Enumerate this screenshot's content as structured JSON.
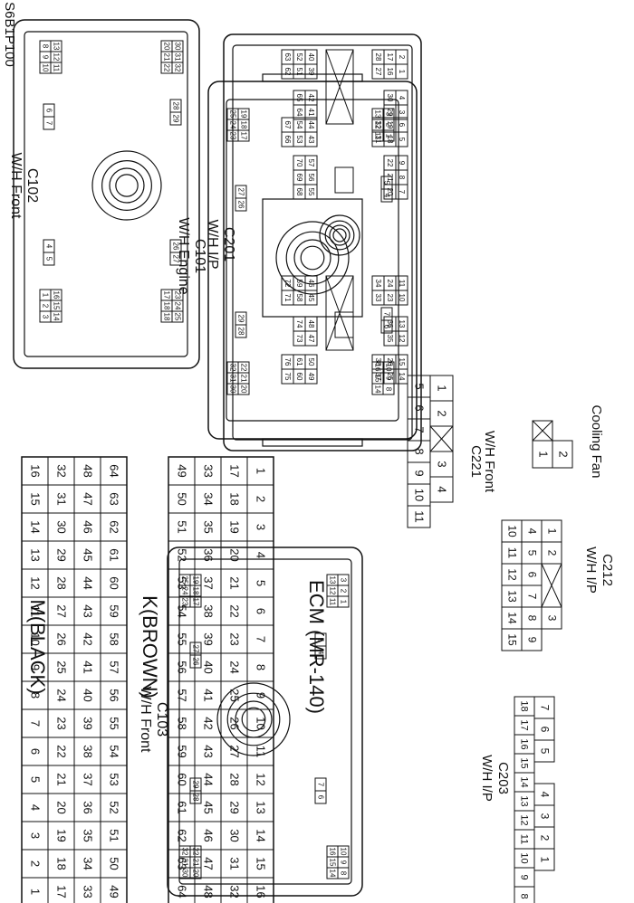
{
  "figure_id": "S6B1P100",
  "tables": {
    "m_black": {
      "title": "M(BLACK)",
      "rows": [
        [
          "64",
          "63",
          "62",
          "61",
          "60",
          "59",
          "58",
          "57",
          "56",
          "55",
          "54",
          "53",
          "52",
          "51",
          "50",
          "49"
        ],
        [
          "48",
          "47",
          "46",
          "45",
          "44",
          "43",
          "42",
          "41",
          "40",
          "39",
          "38",
          "37",
          "36",
          "35",
          "34",
          "33"
        ],
        [
          "32",
          "31",
          "30",
          "29",
          "28",
          "27",
          "26",
          "25",
          "24",
          "23",
          "22",
          "21",
          "20",
          "19",
          "18",
          "17"
        ],
        [
          "16",
          "15",
          "14",
          "13",
          "12",
          "11",
          "10",
          "9",
          "8",
          "7",
          "6",
          "5",
          "4",
          "3",
          "2",
          "1"
        ]
      ]
    },
    "k_brown": {
      "title": "K(BROWN)",
      "rows": [
        [
          "1",
          "2",
          "3",
          "4",
          "5",
          "6",
          "7",
          "8",
          "9",
          "10",
          "11",
          "12",
          "13",
          "14",
          "15",
          "16"
        ],
        [
          "17",
          "18",
          "19",
          "20",
          "21",
          "22",
          "23",
          "24",
          "25",
          "26",
          "27",
          "28",
          "29",
          "30",
          "31",
          "32"
        ],
        [
          "33",
          "34",
          "35",
          "36",
          "37",
          "38",
          "39",
          "40",
          "41",
          "42",
          "43",
          "44",
          "45",
          "46",
          "47",
          "48"
        ],
        [
          "49",
          "50",
          "51",
          "52",
          "53",
          "54",
          "55",
          "56",
          "57",
          "58",
          "59",
          "60",
          "61",
          "62",
          "63",
          "64"
        ]
      ]
    }
  },
  "connectors": {
    "c101": {
      "name": "C101",
      "desc": "W/H Engine"
    },
    "c201": {
      "name": "C201",
      "desc": "W/H I/P"
    },
    "c102": {
      "name": "C102",
      "desc": "W/H Front"
    },
    "c103": {
      "name": "C103",
      "desc": "W/H Front"
    },
    "c221": {
      "name": "C221",
      "desc": "W/H Front"
    },
    "c212": {
      "name": "C212",
      "desc": "W/H I/P"
    },
    "c203": {
      "name": "C203",
      "desc": "W/H I/P"
    },
    "cooling_fan": {
      "name": "Cooling Fan",
      "pins": [
        "1",
        "2"
      ]
    }
  },
  "ecm_label": "ECM (MR-140)",
  "ecm_pins": {
    "top_right": [
      [
        "3",
        "2",
        "1"
      ],
      [
        "13",
        "12",
        "11"
      ]
    ],
    "right_big": [
      [
        "19",
        "18",
        "17"
      ],
      [
        "25",
        "24",
        "23"
      ]
    ],
    "top_left": [
      [
        "10",
        "9",
        "8"
      ],
      [
        "16",
        "15",
        "14"
      ]
    ],
    "left_big": [
      [
        "22",
        "21",
        "20"
      ],
      [
        "32",
        "31",
        "30"
      ]
    ],
    "mid_right": [
      "5",
      "4"
    ],
    "mid_right2": [
      "27",
      "26"
    ],
    "mid_left": [
      "7",
      "6"
    ],
    "mid_left2": [
      "29",
      "28"
    ]
  },
  "c201_pins": {
    "col1": [
      [
        "2",
        "1"
      ],
      [
        "17",
        "16"
      ],
      [
        "28",
        "27"
      ]
    ],
    "col1b": [
      [
        "4",
        "3"
      ],
      [
        "30",
        "29"
      ]
    ],
    "col1c": [
      [
        "6",
        "5"
      ],
      [
        "19",
        "18"
      ],
      [
        "32",
        "31"
      ]
    ],
    "col1d": [
      [
        "9",
        "8",
        "7"
      ],
      [
        "22",
        "21",
        "20"
      ]
    ],
    "col1e": [
      [
        "11",
        "10"
      ],
      [
        "24",
        "23"
      ],
      [
        "34",
        "33"
      ]
    ],
    "col1f": [
      [
        "13",
        "12"
      ],
      [
        "36",
        "35"
      ]
    ],
    "col1g": [
      [
        "15",
        "14"
      ],
      [
        "26",
        "25"
      ],
      [
        "38",
        "37"
      ]
    ],
    "col2a": [
      [
        "40",
        "39"
      ],
      [
        "52",
        "51"
      ],
      [
        "63",
        "62"
      ]
    ],
    "col2b": [
      [
        "42",
        "41"
      ],
      [
        "65",
        "64"
      ]
    ],
    "col2c": [
      [
        "44",
        "43"
      ],
      [
        "54",
        "53"
      ],
      [
        "67",
        "66"
      ]
    ],
    "col2d": [
      [
        "57",
        "56",
        "55"
      ],
      [
        "70",
        "69",
        "68"
      ]
    ],
    "col2e": [
      [
        "46",
        "45"
      ],
      [
        "59",
        "58"
      ],
      [
        "72",
        "71"
      ]
    ],
    "col2f": [
      [
        "48",
        "47"
      ],
      [
        "74",
        "73"
      ]
    ],
    "col2g": [
      [
        "50",
        "49"
      ],
      [
        "61",
        "60"
      ],
      [
        "76",
        "75"
      ]
    ]
  },
  "c102_pins": {
    "a": [
      [
        "30",
        "31",
        "32"
      ],
      [
        "20",
        "21",
        "22"
      ]
    ],
    "b": [
      [
        "13",
        "12",
        "11"
      ],
      [
        "8",
        "9",
        "10"
      ]
    ],
    "c": [
      "28",
      "29"
    ],
    "d": [
      "6",
      "7"
    ],
    "e": [
      "26",
      "27"
    ],
    "f": [
      "4",
      "5"
    ],
    "g": [
      [
        "23",
        "24",
        "25"
      ],
      [
        "17",
        "18",
        "18"
      ]
    ],
    "h": [
      [
        "16",
        "15",
        "14"
      ],
      [
        "1",
        "2",
        "3"
      ]
    ]
  },
  "c221_pins": [
    [
      "1",
      "2",
      "",
      "3",
      "4"
    ],
    [
      "5",
      "6",
      "7",
      "8",
      "9",
      "10",
      "11"
    ]
  ],
  "c212_pins": [
    [
      "1",
      "2",
      "",
      "",
      "3"
    ],
    [
      "4",
      "5",
      "6",
      "7",
      "8",
      "9"
    ],
    [
      "10",
      "11",
      "12",
      "13",
      "14",
      "15"
    ]
  ],
  "c203_pins": [
    [
      "7",
      "6",
      "5",
      "",
      "4",
      "3",
      "2",
      "1"
    ],
    [
      "18",
      "17",
      "16",
      "15",
      "14",
      "13",
      "12",
      "11",
      "10",
      "9",
      "8"
    ]
  ]
}
